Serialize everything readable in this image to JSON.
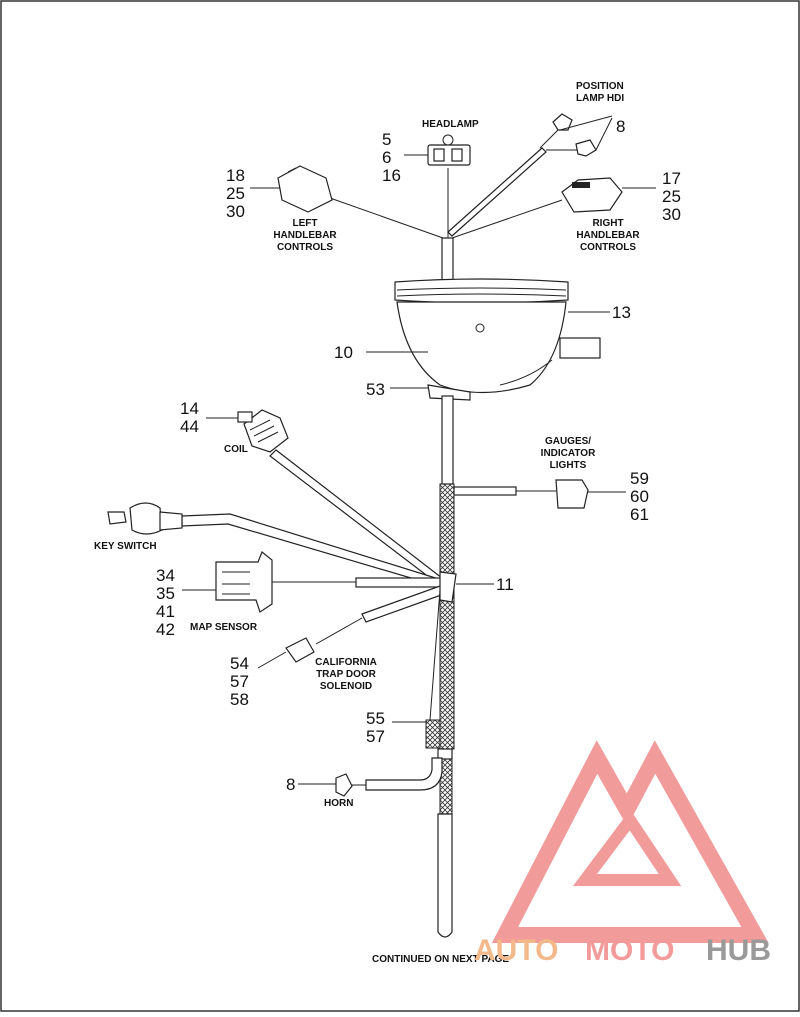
{
  "captions": {
    "position_lamp_line1": "POSITION",
    "position_lamp_line2": "LAMP HDI",
    "headlamp": "HEADLAMP",
    "left_controls_line1": "LEFT",
    "left_controls_line2": "HANDLEBAR",
    "left_controls_line3": "CONTROLS",
    "right_controls_line1": "RIGHT",
    "right_controls_line2": "HANDLEBAR",
    "right_controls_line3": "CONTROLS",
    "coil": "COIL",
    "gauges_line1": "GAUGES/",
    "gauges_line2": "INDICATOR",
    "gauges_line3": "LIGHTS",
    "key_switch": "KEY SWITCH",
    "map_sensor": "MAP SENSOR",
    "california_line1": "CALIFORNIA",
    "california_line2": "TRAP DOOR",
    "california_line3": "SOLENOID",
    "horn": "HORN",
    "continued": "CONTINUED ON NEXT PAGE"
  },
  "callouts": {
    "headlamp": [
      "5",
      "6",
      "16"
    ],
    "position_lamp": "8",
    "left_controls": [
      "18",
      "25",
      "30"
    ],
    "right_controls": [
      "17",
      "25",
      "30"
    ],
    "nacelle_top": "13",
    "nacelle_body": "10",
    "nacelle_bottom": "53",
    "coil": [
      "14",
      "44"
    ],
    "gauges": [
      "59",
      "60",
      "61"
    ],
    "junction": "11",
    "map_sensor": [
      "34",
      "35",
      "41",
      "42"
    ],
    "california": [
      "54",
      "57",
      "58"
    ],
    "clip": [
      "55",
      "57"
    ],
    "horn": "8"
  },
  "watermark": {
    "auto": "AUTO",
    "moto": "MOTO",
    "hub": "HUB",
    "colors": {
      "auto": "#f3b98a",
      "moto": "#f39a9a",
      "hub": "#9a9a9a"
    }
  }
}
